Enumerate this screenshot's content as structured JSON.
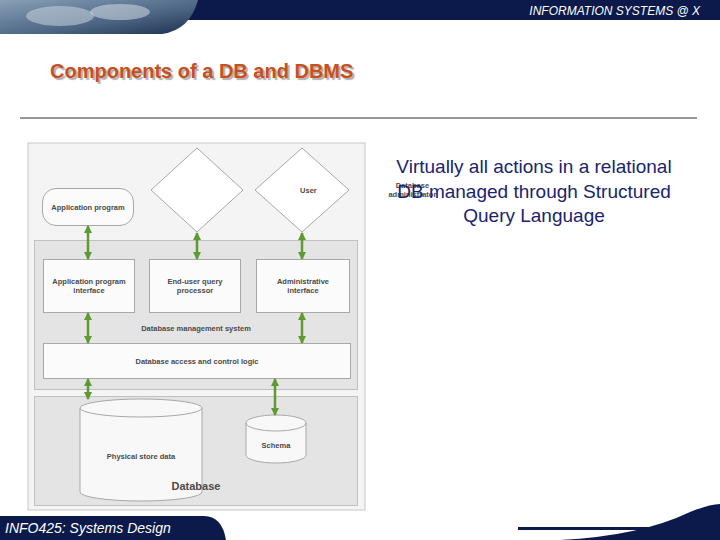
{
  "diagram": {
    "title": "Components of a DB and DBMS",
    "nodes": [
      {
        "text": [
          "Application program"
        ]
      },
      {
        "text": [
          "User"
        ]
      },
      {
        "text": [
          "Database administrator"
        ]
      },
      {
        "text": [
          "Database management system"
        ]
      },
      {
        "text": [
          "Application program interface"
        ],
        "in": 3
      },
      {
        "text": [
          "End-user query processor"
        ],
        "in": 3
      },
      {
        "text": [
          "Administrative interface"
        ],
        "in": 3
      },
      {
        "text": [
          "Database access and control logic"
        ],
        "in": 3
      },
      {
        "text": [
          "Database"
        ]
      },
      {
        "text": [
          "Physical store data"
        ],
        "in": 8
      },
      {
        "text": [
          "Schema"
        ],
        "in": 8
      }
    ],
    "edges": [
      {
        "from": 0,
        "to": 4,
        "arrow": "both"
      },
      {
        "from": 1,
        "to": 5,
        "arrow": "both"
      },
      {
        "from": 2,
        "to": 6,
        "arrow": "both"
      },
      {
        "from": 4,
        "to": 7,
        "arrow": "both"
      },
      {
        "from": 6,
        "to": 7,
        "arrow": "both"
      },
      {
        "from": 7,
        "to": 9,
        "arrow": "both"
      },
      {
        "from": 7,
        "to": 10,
        "arrow": "both"
      }
    ],
    "labels": [
      "INFORMATION SYSTEMS @ X",
      "Virtually all actions in a relational DB managed through Structured Query Language",
      "INFO425: Systems Design"
    ]
  }
}
